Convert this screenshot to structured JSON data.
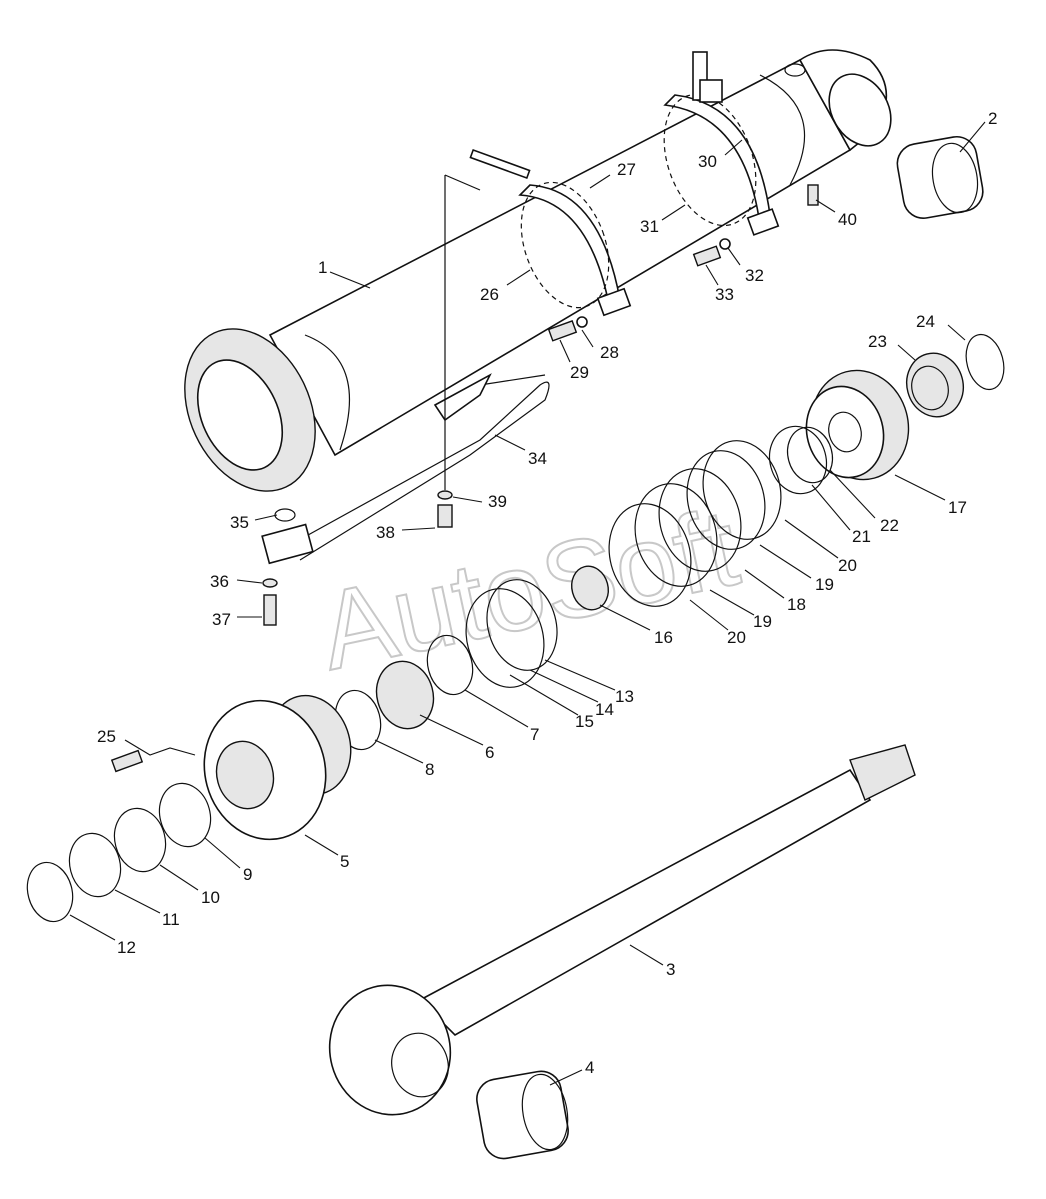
{
  "watermark": "AutoSoft",
  "callouts": [
    {
      "id": "1",
      "text": "1"
    },
    {
      "id": "2",
      "text": "2"
    },
    {
      "id": "3",
      "text": "3"
    },
    {
      "id": "4",
      "text": "4"
    },
    {
      "id": "5",
      "text": "5"
    },
    {
      "id": "6",
      "text": "6"
    },
    {
      "id": "7",
      "text": "7"
    },
    {
      "id": "8",
      "text": "8"
    },
    {
      "id": "9",
      "text": "9"
    },
    {
      "id": "10",
      "text": "10"
    },
    {
      "id": "11",
      "text": "11"
    },
    {
      "id": "12",
      "text": "12"
    },
    {
      "id": "13",
      "text": "13"
    },
    {
      "id": "14",
      "text": "14"
    },
    {
      "id": "15",
      "text": "15"
    },
    {
      "id": "16",
      "text": "16"
    },
    {
      "id": "17",
      "text": "17"
    },
    {
      "id": "18",
      "text": "18"
    },
    {
      "id": "19a",
      "text": "19"
    },
    {
      "id": "19b",
      "text": "19"
    },
    {
      "id": "20a",
      "text": "20"
    },
    {
      "id": "20b",
      "text": "20"
    },
    {
      "id": "21",
      "text": "21"
    },
    {
      "id": "22",
      "text": "22"
    },
    {
      "id": "23",
      "text": "23"
    },
    {
      "id": "24",
      "text": "24"
    },
    {
      "id": "25",
      "text": "25"
    },
    {
      "id": "26",
      "text": "26"
    },
    {
      "id": "27",
      "text": "27"
    },
    {
      "id": "28",
      "text": "28"
    },
    {
      "id": "29",
      "text": "29"
    },
    {
      "id": "30",
      "text": "30"
    },
    {
      "id": "31",
      "text": "31"
    },
    {
      "id": "32",
      "text": "32"
    },
    {
      "id": "33",
      "text": "33"
    },
    {
      "id": "34",
      "text": "34"
    },
    {
      "id": "35",
      "text": "35"
    },
    {
      "id": "36",
      "text": "36"
    },
    {
      "id": "37",
      "text": "37"
    },
    {
      "id": "38",
      "text": "38"
    },
    {
      "id": "39",
      "text": "39"
    },
    {
      "id": "40",
      "text": "40"
    }
  ]
}
